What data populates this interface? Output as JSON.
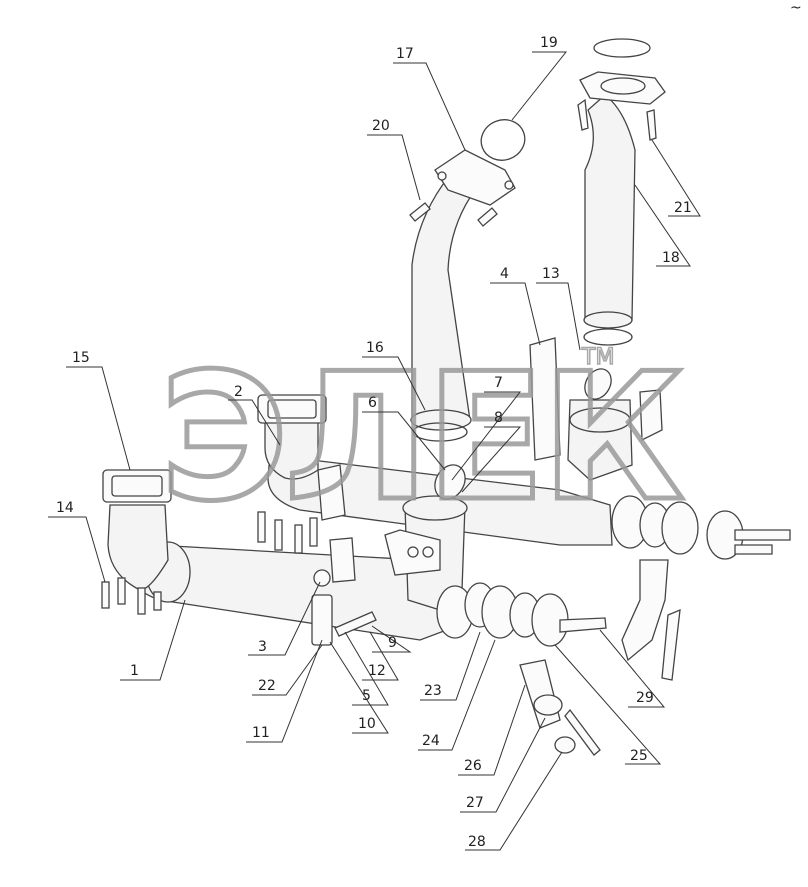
{
  "watermark": {
    "text": "ЭЛЕК",
    "mark": "TM"
  },
  "corner_mark": "~",
  "callouts": [
    {
      "id": "c1",
      "label": "1"
    },
    {
      "id": "c2",
      "label": "2"
    },
    {
      "id": "c3",
      "label": "3"
    },
    {
      "id": "c4",
      "label": "4"
    },
    {
      "id": "c5",
      "label": "5"
    },
    {
      "id": "c6",
      "label": "6"
    },
    {
      "id": "c7",
      "label": "7"
    },
    {
      "id": "c8",
      "label": "8"
    },
    {
      "id": "c9",
      "label": "9"
    },
    {
      "id": "c10",
      "label": "10"
    },
    {
      "id": "c11",
      "label": "11"
    },
    {
      "id": "c12",
      "label": "12"
    },
    {
      "id": "c13",
      "label": "13"
    },
    {
      "id": "c14",
      "label": "14"
    },
    {
      "id": "c15",
      "label": "15"
    },
    {
      "id": "c16",
      "label": "16"
    },
    {
      "id": "c17",
      "label": "17"
    },
    {
      "id": "c18",
      "label": "18"
    },
    {
      "id": "c19",
      "label": "19"
    },
    {
      "id": "c20",
      "label": "20"
    },
    {
      "id": "c21",
      "label": "21"
    },
    {
      "id": "c22",
      "label": "22"
    },
    {
      "id": "c23",
      "label": "23"
    },
    {
      "id": "c24",
      "label": "24"
    },
    {
      "id": "c25",
      "label": "25"
    },
    {
      "id": "c26",
      "label": "26"
    },
    {
      "id": "c27",
      "label": "27"
    },
    {
      "id": "c28",
      "label": "28"
    },
    {
      "id": "c29",
      "label": "29"
    }
  ]
}
